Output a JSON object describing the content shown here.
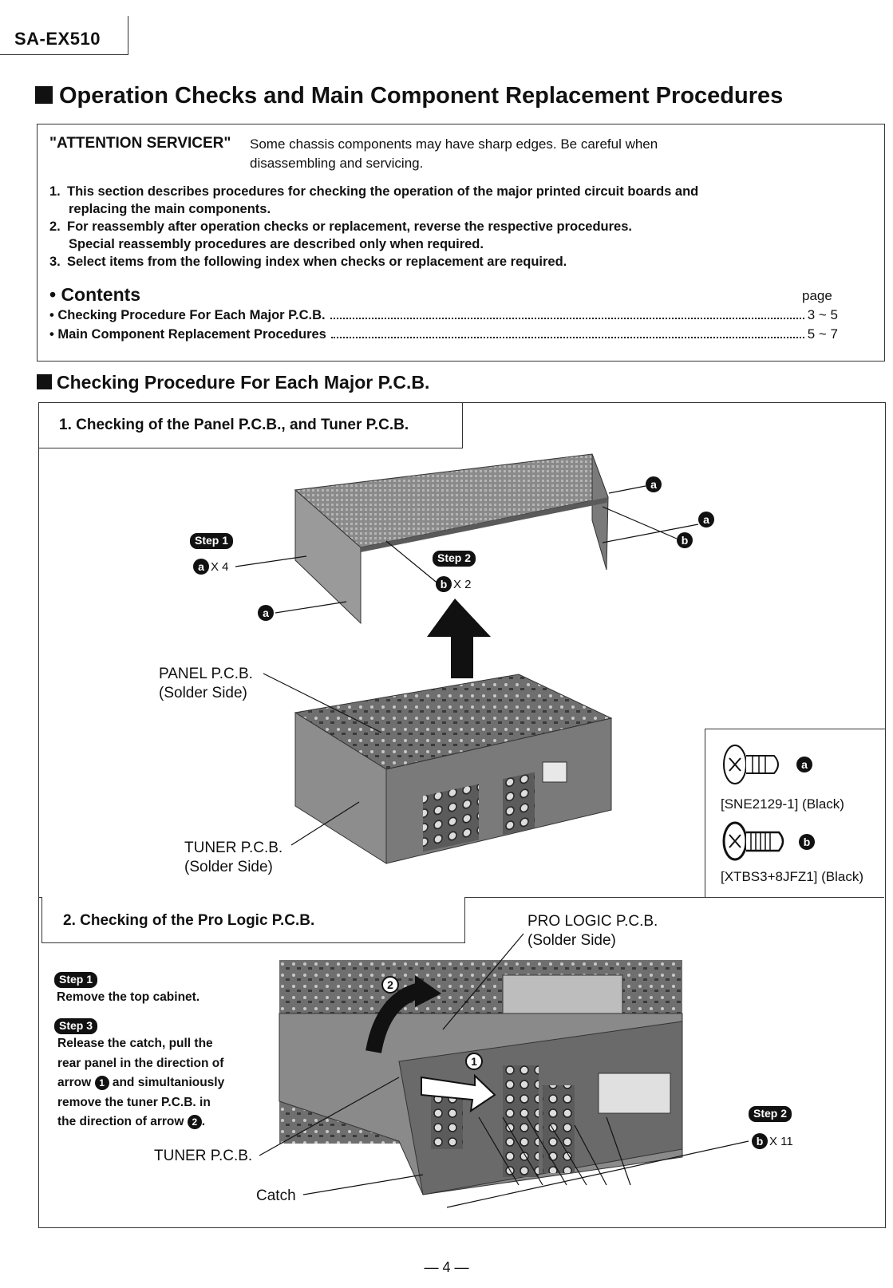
{
  "header": {
    "model": "SA-EX510"
  },
  "title": "Operation Checks and Main Component Replacement Procedures",
  "attention": {
    "label": "\"ATTENTION SERVICER\"",
    "line1": "Some chassis components may have sharp edges. Be careful when",
    "line2": "disassembling and servicing."
  },
  "notes": [
    {
      "num": "1.",
      "line1": "This section describes procedures for checking the operation of the major printed circuit boards and",
      "line2": "replacing the main components."
    },
    {
      "num": "2.",
      "line1": "For reassembly after operation checks or replacement, reverse the respective procedures.",
      "line2": "Special reassembly procedures are described only when required."
    },
    {
      "num": "3.",
      "line1": "Select items from the following index when checks or replacement are required.",
      "line2": ""
    }
  ],
  "contents": {
    "heading": "• Contents",
    "page_label": "page",
    "items": [
      {
        "label": "• Checking Procedure For Each Major P.C.B.",
        "pages": "3 ~ 5"
      },
      {
        "label": "• Main Component Replacement Procedures",
        "pages": "5 ~ 7"
      }
    ]
  },
  "section_heading": "Checking Procedure For Each Major P.C.B.",
  "subsection1": {
    "title": "1. Checking of the Panel P.C.B., and Tuner P.C.B.",
    "step1": "Step 1",
    "step1_screw": "a",
    "step1_count": "X 4",
    "step2": "Step 2",
    "step2_screw": "b",
    "step2_count": "X 2",
    "callout_a": "a",
    "callout_b": "b",
    "panel_pcb_line1": "PANEL P.C.B.",
    "panel_pcb_line2": "(Solder Side)",
    "tuner_pcb_line1": "TUNER P.C.B.",
    "tuner_pcb_line2": "(Solder Side)"
  },
  "screws": [
    {
      "letter": "a",
      "part": "[SNE2129-1] (Black)"
    },
    {
      "letter": "b",
      "part": "[XTBS3+8JFZ1] (Black)"
    }
  ],
  "subsection2": {
    "title": "2. Checking of the Pro Logic P.C.B.",
    "pro_logic_line1": "PRO LOGIC P.C.B.",
    "pro_logic_line2": "(Solder Side)",
    "step1": "Step 1",
    "step1_text": "Remove the top cabinet.",
    "step3": "Step 3",
    "step3_l1": "Release the catch, pull the",
    "step3_l2": "rear panel in the direction of",
    "step3_l3a": "arrow",
    "step3_l3b": "and simultaniously",
    "step3_l4": "remove the tuner P.C.B. in",
    "step3_l5a": "the direction of arrow",
    "arrow1": "1",
    "arrow2": "2",
    "step2": "Step 2",
    "step2_screw": "b",
    "step2_count": "X 11",
    "tuner_pcb": "TUNER P.C.B.",
    "catch": "Catch"
  },
  "footer": {
    "page": "— 4 —"
  }
}
